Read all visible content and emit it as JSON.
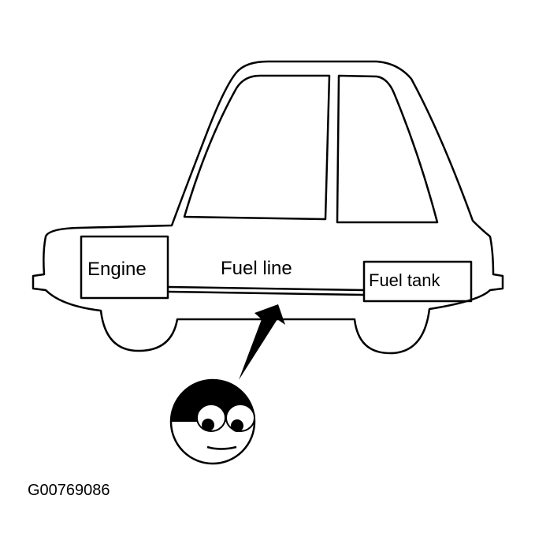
{
  "diagram": {
    "labels": {
      "engine": "Engine",
      "fuel_line": "Fuel line",
      "fuel_tank": "Fuel tank"
    },
    "figure_id": "G00769086",
    "colors": {
      "ink": "#000000",
      "background": "#ffffff"
    }
  }
}
